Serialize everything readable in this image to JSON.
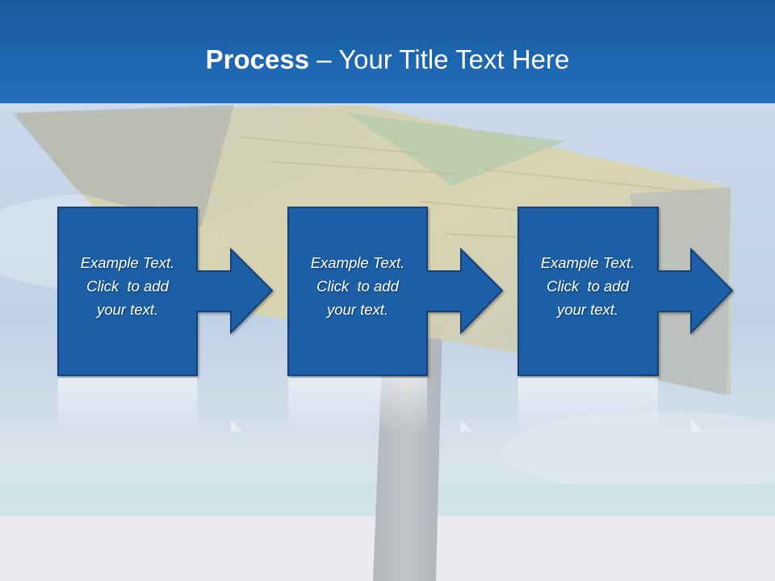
{
  "slide": {
    "title_bold": "Process",
    "title_rest": " – Your Title Text Here",
    "steps": [
      {
        "line1": "Example Text.",
        "line2": "Click  to add",
        "line3": "your text."
      },
      {
        "line1": "Example Text.",
        "line2": "Click  to add",
        "line3": "your text."
      },
      {
        "line1": "Example Text.",
        "line2": "Click  to add",
        "line3": "your text."
      }
    ]
  },
  "colors": {
    "header": "#1f68b3",
    "box": "#1f5fa6",
    "box_border": "#123f78",
    "text": "#ffffff"
  }
}
